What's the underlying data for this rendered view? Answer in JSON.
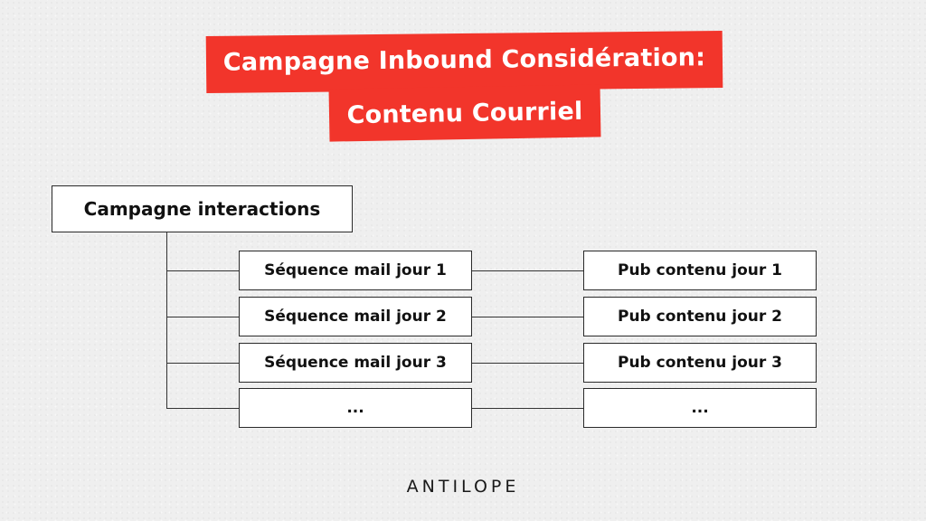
{
  "title": {
    "line1": "Campagne Inbound Considération:",
    "line2": "Contenu Courriel"
  },
  "root": {
    "label": "Campagne interactions"
  },
  "sequences": [
    "Séquence mail jour 1",
    "Séquence mail jour 2",
    "Séquence mail jour 3",
    "..."
  ],
  "pubs": [
    "Pub contenu jour 1",
    "Pub contenu jour 2",
    "Pub contenu jour 3",
    "..."
  ],
  "logo": "ANTILOPE",
  "colors": {
    "banner": "#f2352b",
    "background": "#efefef",
    "box_border": "#2a2a2a"
  }
}
